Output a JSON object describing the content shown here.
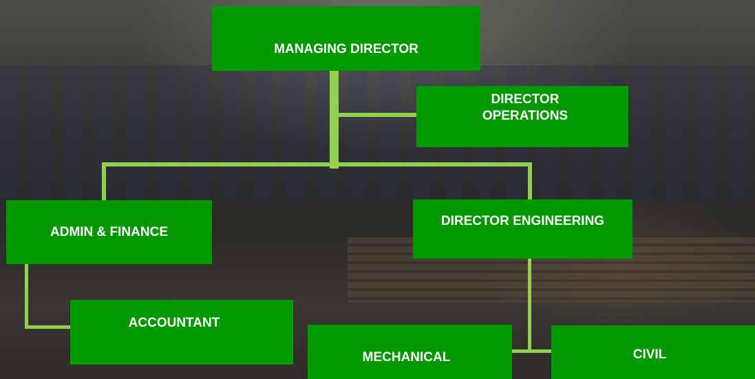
{
  "org_chart": {
    "managing_director": "MANAGING DIRECTOR",
    "director_operations_line1": "DIRECTOR",
    "director_operations_line2": "OPERATIONS",
    "admin_finance": "ADMIN & FINANCE",
    "director_engineering": "DIRECTOR ENGINEERING",
    "accountant": "ACCOUNTANT",
    "mechanical": "MECHANICAL",
    "civil": "CIVIL"
  },
  "colors": {
    "box_fill": "#009900",
    "connector": "#92d050",
    "text": "#ffffff"
  },
  "background": "dark-photo-of-workers-in-safety-gear"
}
